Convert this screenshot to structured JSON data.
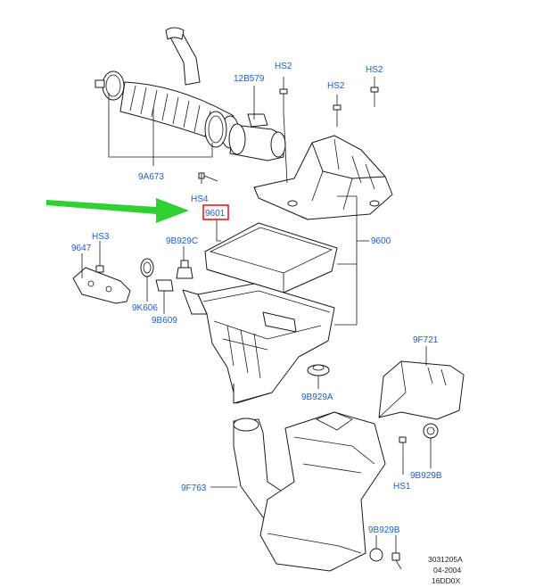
{
  "labels": {
    "hs2_a": "HS2",
    "hs2_b": "HS2",
    "hs2_c": "HS2",
    "p12b579": "12B579",
    "p9a673": "9A673",
    "hs4": "HS4",
    "p9601": "9601",
    "p9600": "9600",
    "hs3": "HS3",
    "p9647": "9647",
    "p9b929c": "9B929C",
    "p9k606": "9K606",
    "p9b609": "9B609",
    "p9f721": "9F721",
    "p9b929a": "9B929A",
    "p9b929b_a": "9B929B",
    "hs1": "HS1",
    "p9f763": "9F763",
    "p9b929b_b": "9B929B"
  },
  "reference": {
    "number": "3031205A",
    "date": "04-2004",
    "code": "16DD0X"
  },
  "colors": {
    "label": "#2060c8",
    "arrow": "#2fd02f",
    "highlight": "#e02020",
    "line": "#1a1a1a"
  }
}
